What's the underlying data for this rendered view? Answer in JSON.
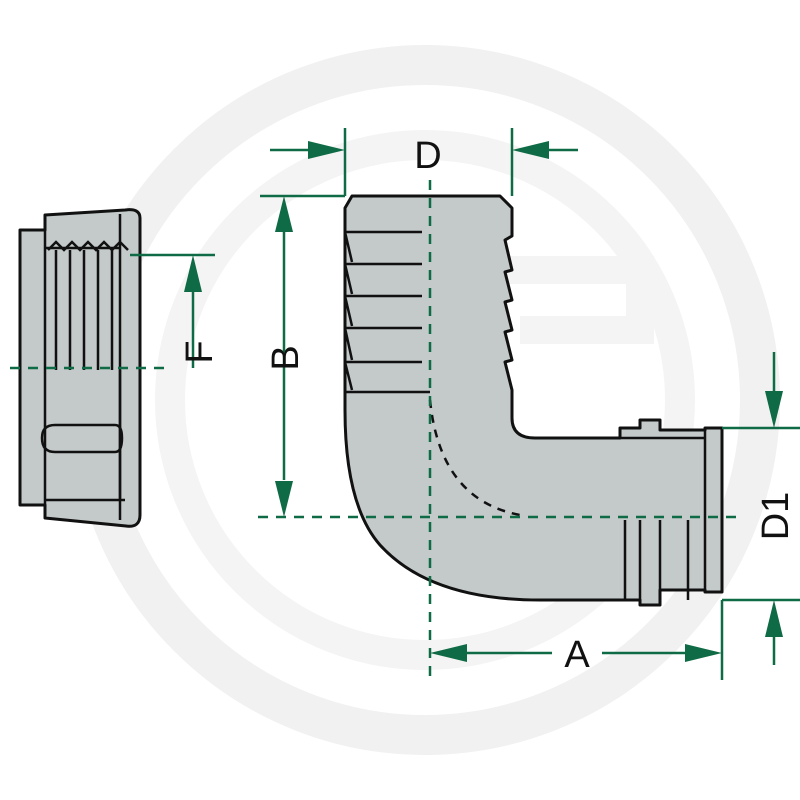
{
  "colors": {
    "dimension": "#0f6b45",
    "part_fill": "#c4c9c9",
    "outline": "#111111",
    "watermark": "#f0f1f0"
  },
  "labels": {
    "d": "D",
    "b": "B",
    "f": "F",
    "d1": "D1",
    "a": "A"
  }
}
